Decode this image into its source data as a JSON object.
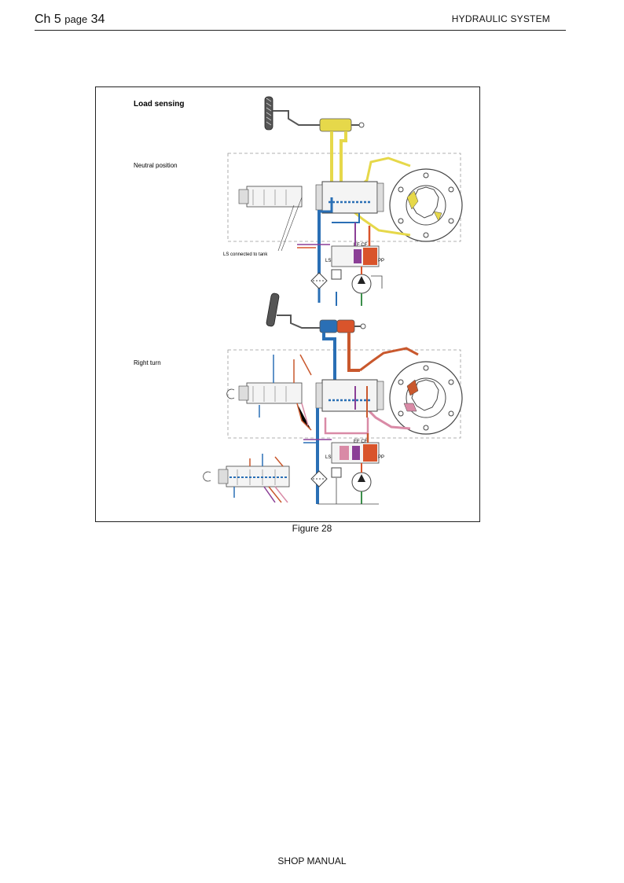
{
  "header": {
    "chapter": "Ch 5",
    "page_word": "page",
    "page_number": "34",
    "section": "HYDRAULIC SYSTEM"
  },
  "figure": {
    "title": "Load sensing",
    "label_neutral": "Neutral position",
    "label_ls_tank": "LS connected to tank",
    "label_right_turn": "Right turn",
    "port_ls": "LS",
    "port_ef_cf": "EF CF",
    "port_pp": "PP",
    "caption": "Figure 28"
  },
  "colors": {
    "blue": "#2a6fb5",
    "yellow": "#e6d84a",
    "red": "#d9542b",
    "orange": "#c9582d",
    "pink": "#d98aa6",
    "purple": "#8b3f96",
    "green": "#3b8f4a",
    "grey": "#9a9a9a"
  },
  "footer": {
    "text": "SHOP MANUAL"
  }
}
